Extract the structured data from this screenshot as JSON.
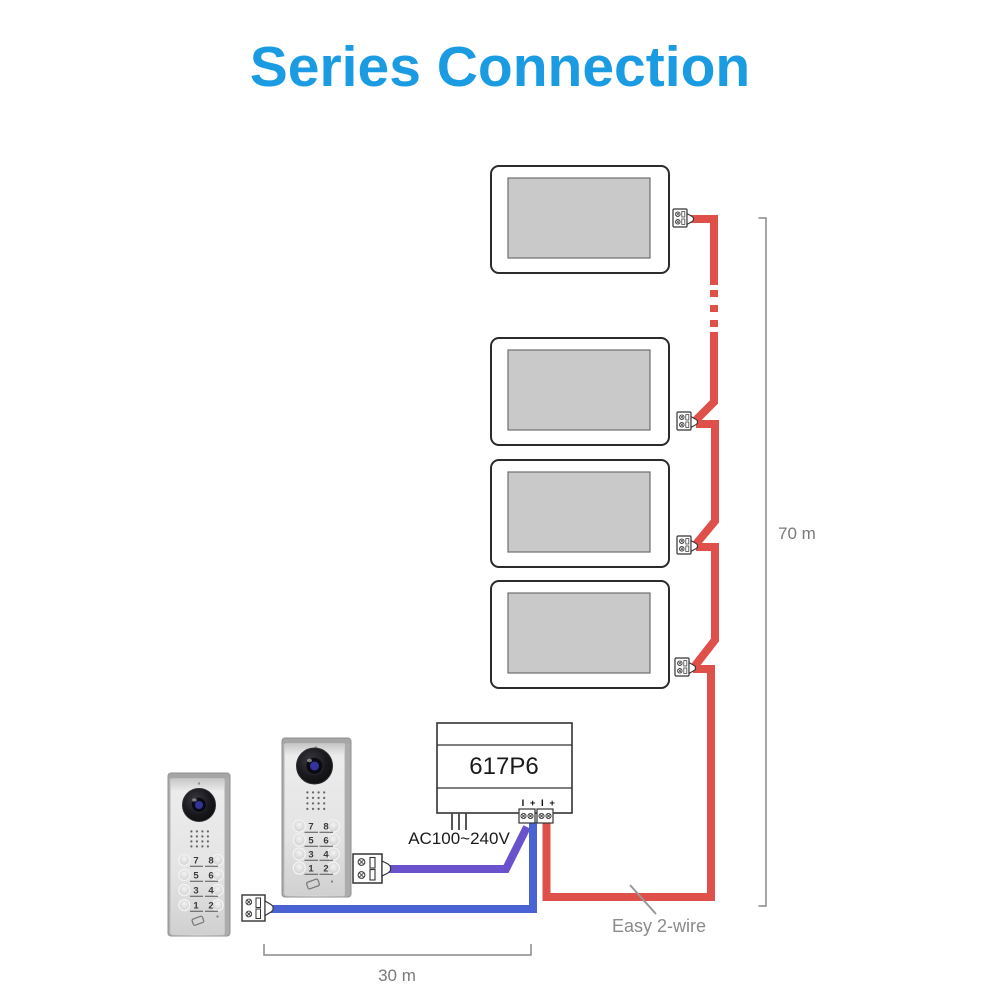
{
  "title": "Series Connection",
  "labels": {
    "distance_vertical": "70 m",
    "distance_horizontal": "30 m",
    "wire_note": "Easy 2-wire"
  },
  "power_supply": {
    "model": "617P6",
    "input_label": "AC100~240V",
    "terminal_marks": "I + I +"
  },
  "door_station": {
    "keypad_rows": [
      [
        "7",
        "8"
      ],
      [
        "5",
        "6"
      ],
      [
        "3",
        "4"
      ],
      [
        "1",
        "2"
      ]
    ]
  },
  "diagram": {
    "monitor_count": 4,
    "door_station_count": 2
  },
  "colors": {
    "title_blue": "#1b9ce2",
    "wire_red": "#e0504a",
    "wire_blue": "#4a63d4",
    "wire_purple": "#6a52cc",
    "screen_gray": "#c9c9c9",
    "label_gray": "#8a8a8a"
  }
}
